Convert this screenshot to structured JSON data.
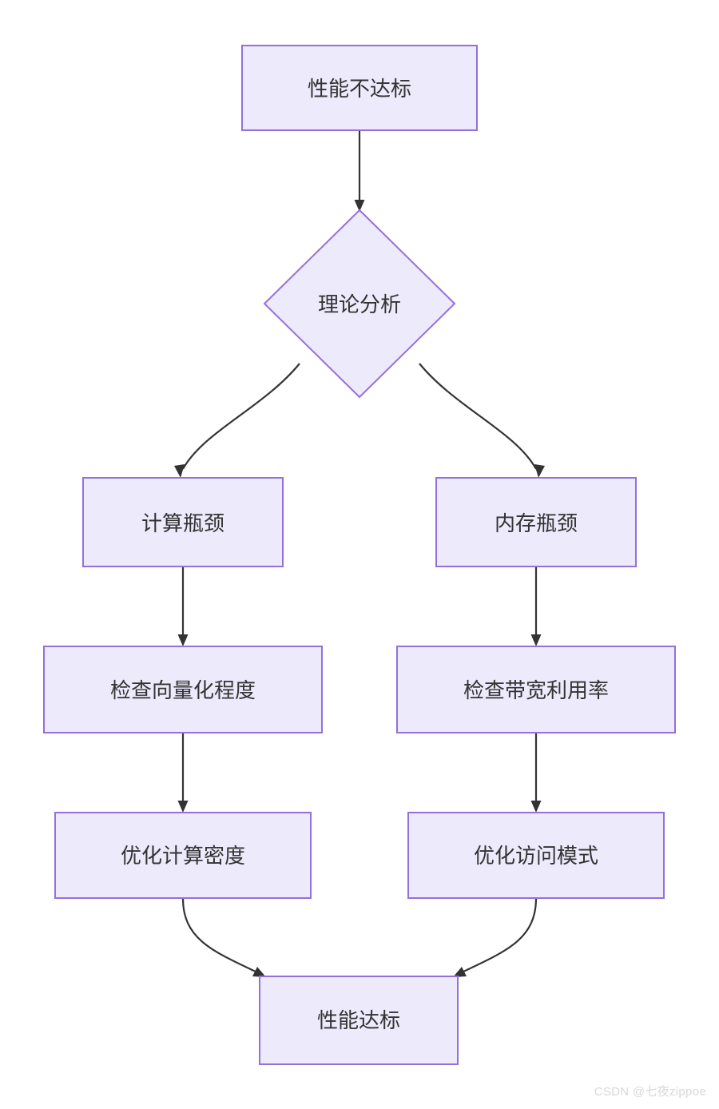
{
  "diagram": {
    "type": "flowchart",
    "direction": "top-to-bottom",
    "title_text": "",
    "colors": {
      "node_fill": "#eceafb",
      "node_border": "#9370db",
      "node_text": "#333333",
      "edge": "#333333",
      "background": "#ffffff",
      "watermark": "#d8d8d8"
    },
    "nodes": [
      {
        "id": "n1",
        "label": "性能不达标",
        "shape": "rect"
      },
      {
        "id": "n2",
        "label": "理论分析",
        "shape": "diamond"
      },
      {
        "id": "n3",
        "label": "计算瓶颈",
        "shape": "rect"
      },
      {
        "id": "n4",
        "label": "内存瓶颈",
        "shape": "rect"
      },
      {
        "id": "n5",
        "label": "检查向量化程度",
        "shape": "rect"
      },
      {
        "id": "n6",
        "label": "检查带宽利用率",
        "shape": "rect"
      },
      {
        "id": "n7",
        "label": "优化计算密度",
        "shape": "rect"
      },
      {
        "id": "n8",
        "label": "优化访问模式",
        "shape": "rect"
      },
      {
        "id": "n9",
        "label": "性能达标",
        "shape": "rect"
      }
    ],
    "edges": [
      {
        "from": "n1",
        "to": "n2",
        "label": ""
      },
      {
        "from": "n2",
        "to": "n3",
        "label": ""
      },
      {
        "from": "n2",
        "to": "n4",
        "label": ""
      },
      {
        "from": "n3",
        "to": "n5",
        "label": ""
      },
      {
        "from": "n4",
        "to": "n6",
        "label": ""
      },
      {
        "from": "n5",
        "to": "n7",
        "label": ""
      },
      {
        "from": "n6",
        "to": "n8",
        "label": ""
      },
      {
        "from": "n7",
        "to": "n9",
        "label": ""
      },
      {
        "from": "n8",
        "to": "n9",
        "label": ""
      }
    ]
  },
  "watermark": {
    "text": "CSDN @七夜zippoe"
  }
}
